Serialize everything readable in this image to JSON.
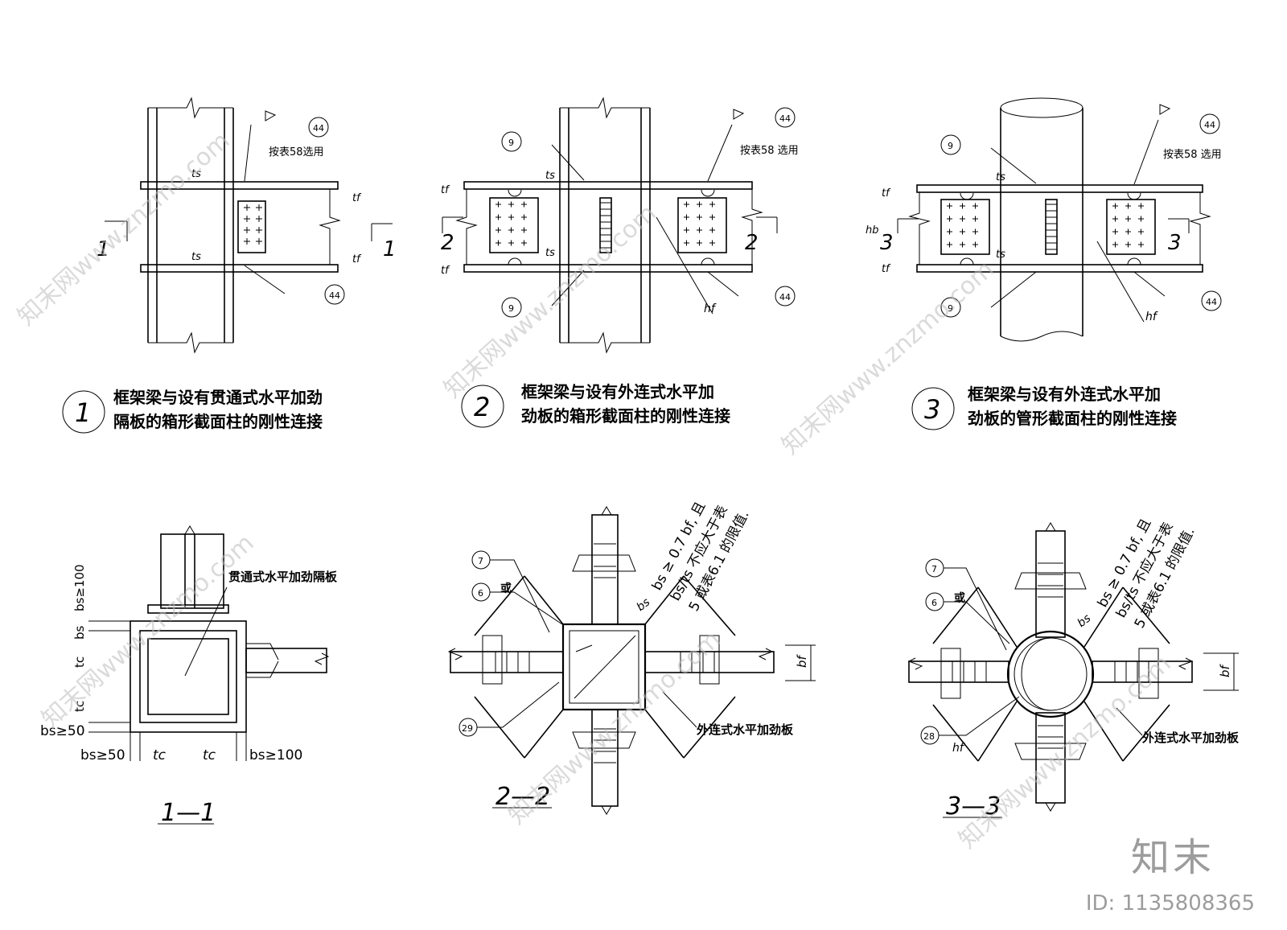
{
  "details": {
    "d1": {
      "number": "1",
      "title_line1": "框架梁与设有贯通式水平加劲",
      "title_line2": "隔板的箱形截面柱的刚性连接",
      "note": "按表58选用",
      "weld": "44",
      "section_mark": "1",
      "dim_ts": "ts",
      "dim_tf": "tf"
    },
    "d2": {
      "number": "2",
      "title_line1": "框架梁与设有外连式水平加",
      "title_line2": "劲板的箱形截面柱的刚性连接",
      "note": "按表58 选用",
      "weld_top": "44",
      "weld_bottom": "44",
      "weld_left_top": "9",
      "weld_left_bottom": "9",
      "section_mark": "2",
      "dim_hf": "hf",
      "dim_ts": "ts",
      "dim_tf": "tf"
    },
    "d3": {
      "number": "3",
      "title_line1": "框架梁与设有外连式水平加",
      "title_line2": "劲板的管形截面柱的刚性连接",
      "note": "按表58 选用",
      "weld_top": "44",
      "weld_bottom": "44",
      "weld_left_top": "9",
      "weld_left_bottom": "9",
      "section_mark": "3",
      "dim_hb": "hb",
      "dim_hf": "hf",
      "dim_ts": "ts",
      "dim_tf": "tf"
    }
  },
  "sections": {
    "s1": {
      "label": "1—1",
      "plate_note": "贯通式水平加劲隔板",
      "bs100_left": "bs≥100",
      "bs_left": "bs",
      "tc_left": "tc",
      "tc_left2": "tc",
      "bs50_left": "bs≥50",
      "bs50_bottom": "bs≥50",
      "tc_bottom1": "tc",
      "tc_bottom2": "tc",
      "bs100_bottom": "bs≥100"
    },
    "s2": {
      "label": "2—2",
      "rule_line1": "bs ≥ 0.7 bf, 且",
      "rule_line2": "bs/ts 不应大于表",
      "rule_line3": "5 或表6.1 的限值.",
      "plate_note": "外连式水平加劲板",
      "weld_7": "7",
      "weld_6": "6",
      "weld_29": "29",
      "or": "或",
      "dim_bs": "bs",
      "dim_bf": "bf"
    },
    "s3": {
      "label": "3—3",
      "rule_line1": "bs ≥ 0.7 bf, 且",
      "rule_line2": "bs/ts 不应大于表",
      "rule_line3": "5 或表6.1 的限值.",
      "plate_note": "外连式水平加劲板",
      "weld_7": "7",
      "weld_6": "6",
      "weld_28": "28",
      "or": "或",
      "dim_bs": "bs",
      "dim_bf": "bf",
      "dim_hf": "hf"
    }
  },
  "watermark": {
    "text": "知末网www.znzmo.com",
    "logo": "知末",
    "id": "ID: 1135808365"
  }
}
